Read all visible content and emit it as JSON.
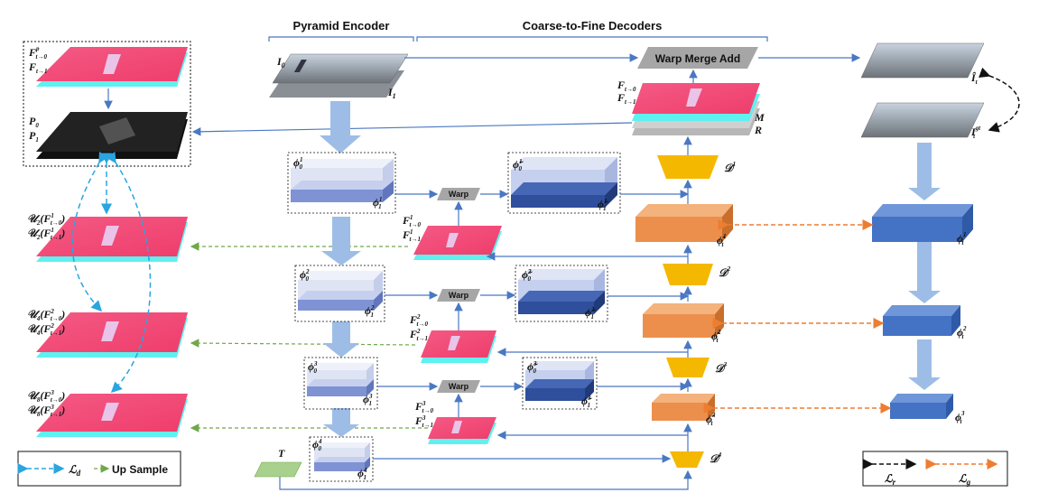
{
  "headers": {
    "encoder": "Pyramid Encoder",
    "decoders": "Coarse-to-Fine Decoders"
  },
  "top_images": {
    "i0": "I",
    "i0_sub": "0",
    "i1": "I",
    "i1_sub": "1"
  },
  "merge_box": "Warp Merge Add",
  "flow_top": {
    "a": "F",
    "a_sub": "t→0",
    "b": "F",
    "b_sub": "t→1",
    "m": "M",
    "r": "R"
  },
  "warp_label": "Warp",
  "encoder_levels": [
    {
      "phi0": "ϕ",
      "sub0": "0",
      "sup": "1",
      "phi1": "ϕ",
      "sub1": "1"
    },
    {
      "phi0": "ϕ",
      "sub0": "0",
      "sup": "2",
      "phi1": "ϕ",
      "sub1": "1"
    },
    {
      "phi0": "ϕ",
      "sub0": "0",
      "sup": "3",
      "phi1": "ϕ",
      "sub1": "1"
    },
    {
      "phi0": "ϕ",
      "sub0": "0",
      "sup": "4",
      "phi1": "ϕ",
      "sub1": "1"
    }
  ],
  "warped_levels": [
    {
      "a": "ϕ̃",
      "a_sub": "0",
      "sup": "1",
      "b": "ϕ̃",
      "b_sub": "1"
    },
    {
      "a": "ϕ̃",
      "a_sub": "0",
      "sup": "2",
      "b": "ϕ̃",
      "b_sub": "1"
    },
    {
      "a": "ϕ̃",
      "a_sub": "0",
      "sup": "3",
      "b": "ϕ̃",
      "b_sub": "1"
    }
  ],
  "mid_flows": [
    {
      "a": "F",
      "a_sub": "t→0",
      "sup": "1",
      "b": "F",
      "b_sub": "t→1"
    },
    {
      "a": "F",
      "a_sub": "t→0",
      "sup": "2",
      "b": "F",
      "b_sub": "t→1"
    },
    {
      "a": "F",
      "a_sub": "t→0",
      "sup": "3",
      "b": "F",
      "b_sub": "t→1"
    }
  ],
  "decoders": [
    {
      "d": "𝒟",
      "sup": "1"
    },
    {
      "d": "𝒟",
      "sup": "2"
    },
    {
      "d": "𝒟",
      "sup": "3"
    },
    {
      "d": "𝒟",
      "sup": "4"
    }
  ],
  "dec_features": [
    {
      "phi": "ϕ̂",
      "sub": "t",
      "sup": "1"
    },
    {
      "phi": "ϕ̂",
      "sub": "t",
      "sup": "2"
    },
    {
      "phi": "ϕ̂",
      "sub": "t",
      "sup": "3"
    }
  ],
  "gt_features": [
    {
      "phi": "ϕ",
      "sub": "t",
      "sup": "1"
    },
    {
      "phi": "ϕ",
      "sub": "t",
      "sup": "2"
    },
    {
      "phi": "ϕ",
      "sub": "t",
      "sup": "3"
    }
  ],
  "right_images": {
    "pred": "Î",
    "pred_sub": "t",
    "gt": "I",
    "gt_sub": "t",
    "gt_sup": "gt"
  },
  "t_input": "T",
  "left_panel": {
    "fp_a": "F",
    "fp_a_sup": "p",
    "fp_a_sub": "t→0",
    "fp_b": "F",
    "fp_b_sub": "t→1",
    "p0": "P",
    "p0_sub": "0",
    "p1": "P",
    "p1_sub": "1"
  },
  "left_levels": [
    {
      "u": "𝒰",
      "usub": "2",
      "f": "F",
      "sup": "1",
      "sub_a": "t→0",
      "sub_b": "t→1"
    },
    {
      "u": "𝒰",
      "usub": "4",
      "f": "F",
      "sup": "2",
      "sub_a": "t→0",
      "sub_b": "t→1"
    },
    {
      "u": "𝒰",
      "usub": "8",
      "f": "F",
      "sup": "3",
      "sub_a": "t→0",
      "sub_b": "t→1"
    }
  ],
  "legend_left": {
    "loss": "ℒ",
    "loss_sub": "d",
    "upsample": "Up Sample"
  },
  "legend_right": {
    "lr": "ℒ",
    "lr_sub": "r",
    "lg": "ℒ",
    "lg_sub": "g"
  },
  "colors": {
    "flow_pink": "#f0406e",
    "flow_cyan": "#5ff0f0",
    "enc_light": "#d8def2",
    "enc_dark": "#7e92d4",
    "warp_dark": "#2f4e9c",
    "decoder_yellow": "#f5b800",
    "dec_orange": "#ec8f4c",
    "gt_blue": "#4472c4",
    "arrow_blue": "#4a78c2",
    "upsample_green": "#70a84a",
    "loss_cyan": "#2aa5e0",
    "loss_orange": "#ed7d31",
    "t_green": "#a9d18e"
  }
}
